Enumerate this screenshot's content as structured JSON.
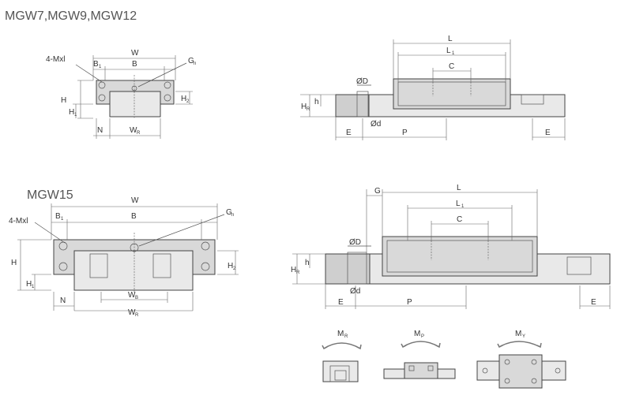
{
  "headings": {
    "small_series": "MGW7,MGW9,MGW12",
    "large_series": "MGW15"
  },
  "dims": {
    "W": "W",
    "B": "B",
    "B1": "B",
    "B1_sub": "1",
    "Gn": "G",
    "Gn_sub": "n",
    "mxl": "4-Mxl",
    "H": "H",
    "H1": "H",
    "H1_sub": "1",
    "H2": "H",
    "H2_sub": "2",
    "N": "N",
    "WR": "W",
    "WR_sub": "R",
    "WB": "W",
    "WB_sub": "B",
    "L": "L",
    "L1": "L",
    "L1_sub": "1",
    "C": "C",
    "D": "ØD",
    "d": "Ød",
    "h": "h",
    "HR": "H",
    "HR_sub": "R",
    "E": "E",
    "P": "P",
    "G": "G"
  },
  "moments": {
    "MR": "M",
    "MR_sub": "R",
    "MP": "M",
    "MP_sub": "P",
    "MY": "M",
    "MY_sub": "Y"
  }
}
